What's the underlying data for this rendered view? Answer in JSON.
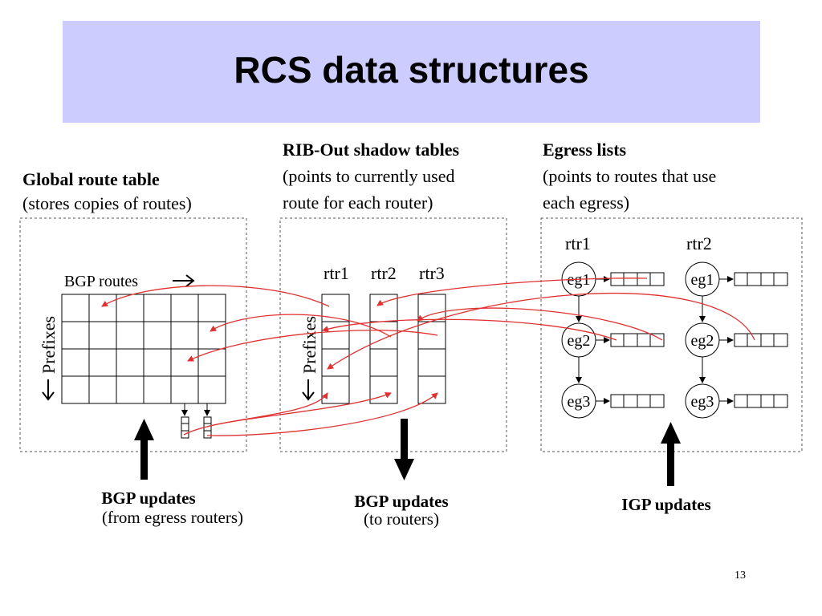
{
  "title": "RCS data structures",
  "sections": {
    "global": {
      "heading": "Global route table",
      "sub": "(stores copies of routes)"
    },
    "ribout": {
      "heading": "RIB-Out shadow tables",
      "sub_line1": "(points to currently used",
      "sub_line2": "route for each router)"
    },
    "egress": {
      "heading": "Egress lists",
      "sub_line1": "(points to routes that use",
      "sub_line2": "each egress)"
    }
  },
  "labels": {
    "bgp_routes": "BGP routes",
    "prefixes": "Prefixes",
    "routers": [
      "rtr1",
      "rtr2",
      "rtr3"
    ],
    "egress_routers": [
      "rtr1",
      "rtr2"
    ],
    "egresses": [
      "eg1",
      "eg2",
      "eg3"
    ]
  },
  "updates": {
    "bgp_in": {
      "label": "BGP updates",
      "sub": "(from egress routers)"
    },
    "bgp_out": {
      "label": "BGP updates",
      "sub": "(to routers)"
    },
    "igp": {
      "label": "IGP updates"
    }
  },
  "page_number": "13",
  "colors": {
    "title_bg": "#ccccff",
    "pointer": "#e03030",
    "line": "#000000"
  }
}
